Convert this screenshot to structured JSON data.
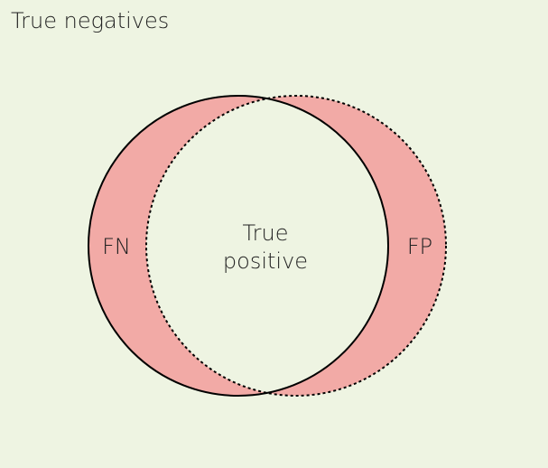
{
  "labels": {
    "true_negatives": "True negatives",
    "false_negative": "FN",
    "false_positive": "FP",
    "true_positive_line1": "True",
    "true_positive_line2": "positive"
  },
  "colors": {
    "background": "#eef4e2",
    "error_fill": "#f2aaa6",
    "inner_fill": "#eef4e2",
    "stroke": "#000000",
    "text": "#222222"
  }
}
